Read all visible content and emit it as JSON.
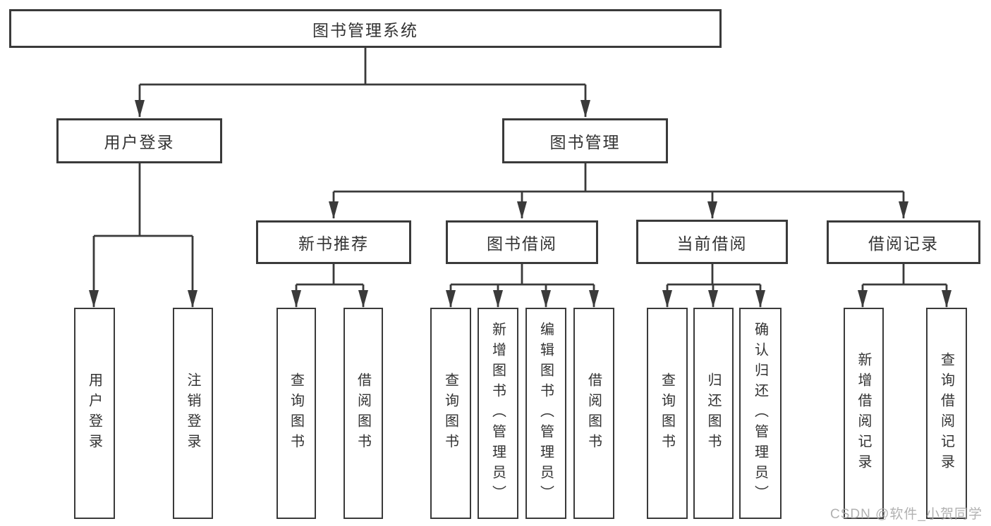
{
  "colors": {
    "line": "#3a3a3a",
    "text": "#333333",
    "watermark": "#a9a9a9",
    "background": "#ffffff"
  },
  "watermark": "CSDN @软件_小贺同学",
  "tree": {
    "label": "图书管理系统",
    "children": [
      {
        "label": "用户登录",
        "children": [
          {
            "label": "用户登录"
          },
          {
            "label": "注销登录"
          }
        ]
      },
      {
        "label": "图书管理",
        "children": [
          {
            "label": "新书推荐",
            "children": [
              {
                "label": "查询图书"
              },
              {
                "label": "借阅图书"
              }
            ]
          },
          {
            "label": "图书借阅",
            "children": [
              {
                "label": "查询图书"
              },
              {
                "label": "新增图书（管理员）"
              },
              {
                "label": "编辑图书（管理员）"
              },
              {
                "label": "借阅图书"
              }
            ]
          },
          {
            "label": "当前借阅",
            "children": [
              {
                "label": "查询图书"
              },
              {
                "label": "归还图书"
              },
              {
                "label": "确认归还（管理员）"
              }
            ]
          },
          {
            "label": "借阅记录",
            "children": [
              {
                "label": "新增借阅记录"
              },
              {
                "label": "查询借阅记录"
              }
            ]
          }
        ]
      }
    ]
  }
}
